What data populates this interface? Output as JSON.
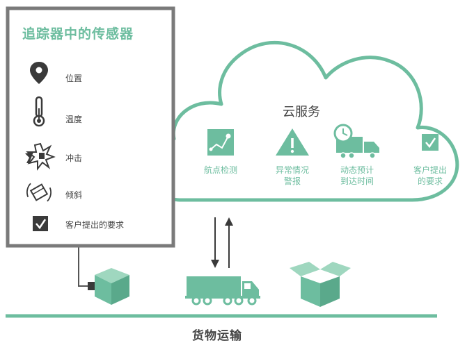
{
  "panel": {
    "title": "追踪器中的传感器",
    "sensors": [
      {
        "label": "位置",
        "icon": "location-pin-icon"
      },
      {
        "label": "温度",
        "icon": "thermometer-icon"
      },
      {
        "label": "冲击",
        "icon": "impact-icon"
      },
      {
        "label": "倾斜",
        "icon": "tilt-icon"
      },
      {
        "label": "客户提出的要求",
        "icon": "checkbox-icon"
      }
    ]
  },
  "cloud": {
    "title": "云服务",
    "services": [
      {
        "label": "航点检测",
        "icon": "route-chart-icon"
      },
      {
        "label": "异常情况\n警报",
        "icon": "warning-icon"
      },
      {
        "label": "动态预计\n到达时间",
        "icon": "truck-clock-icon"
      },
      {
        "label": "客户提出\n的要求",
        "icon": "checkbox-icon"
      }
    ]
  },
  "footer": {
    "label": "货物运输"
  },
  "colors": {
    "accent": "#6dbd9f",
    "frame": "#7a7a7a",
    "text": "#444444",
    "icon_dark": "#3a3a3a"
  }
}
